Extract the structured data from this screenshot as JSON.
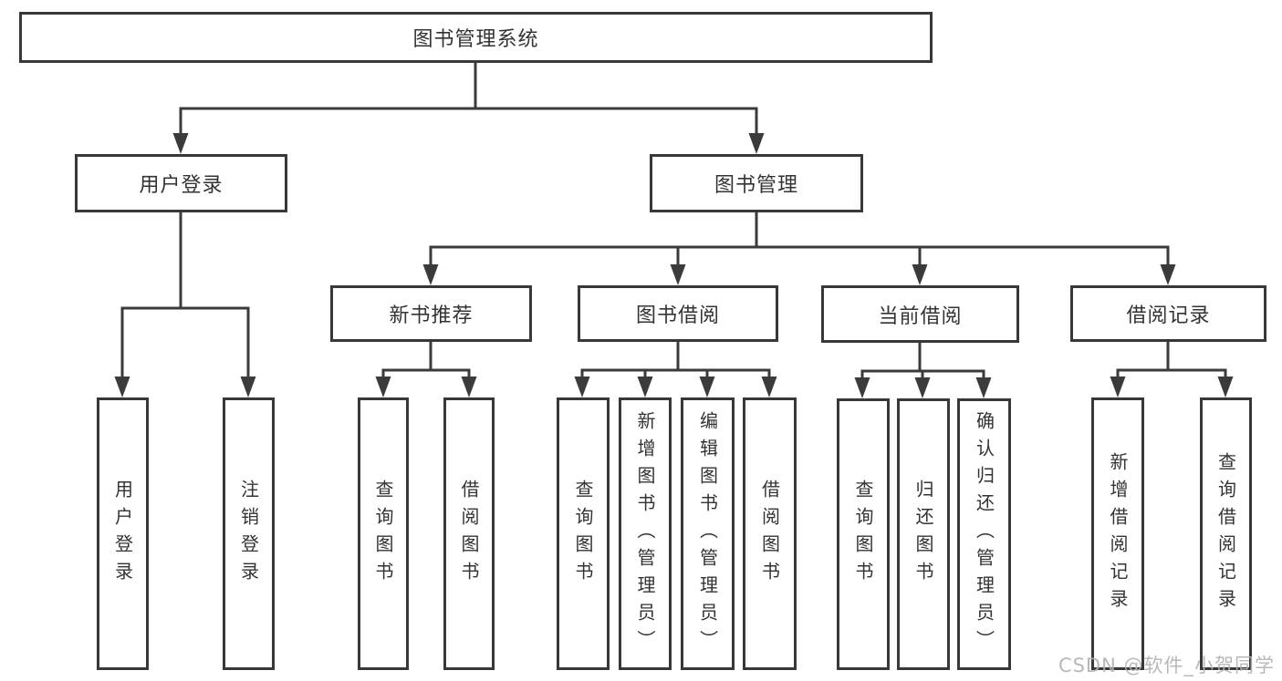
{
  "diagram": {
    "title": "图书管理系统",
    "level2": [
      {
        "label": "用户登录"
      },
      {
        "label": "图书管理"
      }
    ],
    "level3": [
      {
        "label": "新书推荐"
      },
      {
        "label": "图书借阅"
      },
      {
        "label": "当前借阅"
      },
      {
        "label": "借阅记录"
      }
    ],
    "leaves": [
      {
        "label": "用户登录"
      },
      {
        "label": "注销登录"
      },
      {
        "label": "查询图书"
      },
      {
        "label": "借阅图书"
      },
      {
        "label": "查询图书"
      },
      {
        "label": "新增图书（管理员）"
      },
      {
        "label": "编辑图书（管理员）"
      },
      {
        "label": "借阅图书"
      },
      {
        "label": "查询图书"
      },
      {
        "label": "归还图书"
      },
      {
        "label": "确认归还（管理员）"
      },
      {
        "label": "新增借阅记录"
      },
      {
        "label": "查询借阅记录"
      }
    ]
  },
  "watermark": {
    "text": "CSDN @软件_小贺同学"
  },
  "colors": {
    "line": "#3b3b3b",
    "text": "#333333",
    "box_background": "#ffffff",
    "watermark": "#b2b2b2",
    "page_background": "#ffffff"
  }
}
